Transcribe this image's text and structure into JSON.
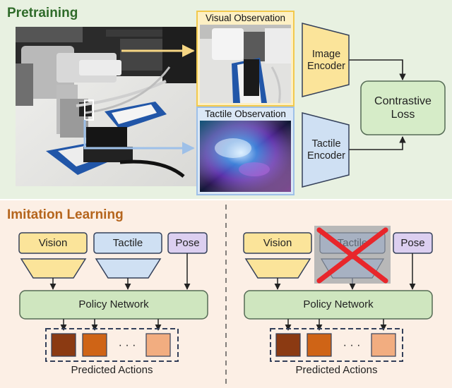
{
  "pretraining": {
    "title": "Pretraining",
    "visual_observation": "Visual Observation",
    "tactile_observation": "Tactile Observation",
    "image_encoder": "Image Encoder",
    "tactile_encoder": "Tactile Encoder",
    "contrastive_loss": "Contrastive Loss"
  },
  "imitation": {
    "title": "Imitation Learning",
    "vision": "Vision",
    "tactile": "Tactile",
    "pose": "Pose",
    "policy_network": "Policy Network",
    "ellipsis": "· · ·",
    "predicted_actions": "Predicted Actions"
  },
  "colors": {
    "pretrain_bg": "#e8f1e1",
    "imitation_bg": "#fcefe5",
    "pretrain_title": "#2f6b2a",
    "imitation_title": "#b5651d",
    "vision_fill": "#fbe49a",
    "tactile_fill": "#cfe0f3",
    "pose_fill": "#dccff0",
    "policy_fill": "#cfe6bf",
    "loss_fill": "#d6ecc8",
    "action_1": "#8b3a12",
    "action_2": "#cf6416",
    "action_3": "#f2ad80",
    "cross": "#e8262b"
  }
}
